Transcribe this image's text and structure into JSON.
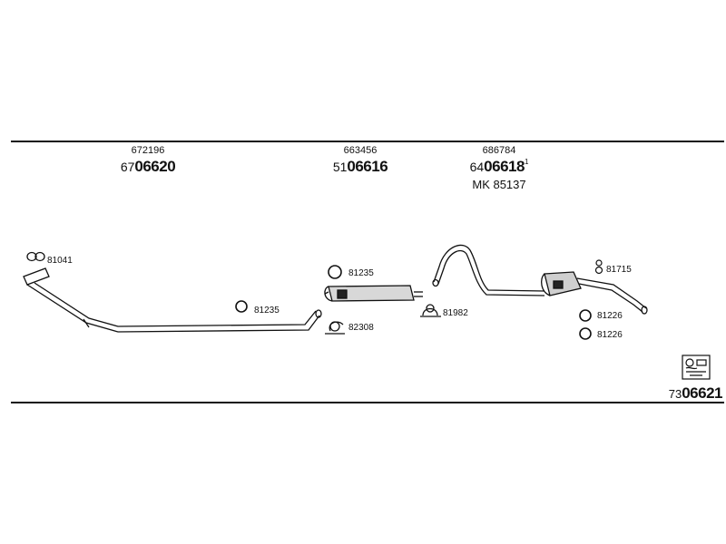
{
  "header_refs": [
    {
      "old": "672196",
      "prefix": "67",
      "main": "06620",
      "suffix": "",
      "extra": ""
    },
    {
      "old": "663456",
      "prefix": "51",
      "main": "06616",
      "suffix": "",
      "extra": ""
    },
    {
      "old": "686784",
      "prefix": "64",
      "main": "06618",
      "suffix": "1",
      "extra": "MK  85137"
    }
  ],
  "part_numbers": {
    "gasket_front": "81041",
    "ring_front_pipe": "81235",
    "ring_mid_upper": "81235",
    "clamp_mid_lower": "82308",
    "clamp_rear_pipe": "81982",
    "hanger_rear": "81715",
    "ring_rear_upper": "81226",
    "ring_rear_lower": "81226"
  },
  "kit": {
    "prefix": "73",
    "main": "06621"
  }
}
